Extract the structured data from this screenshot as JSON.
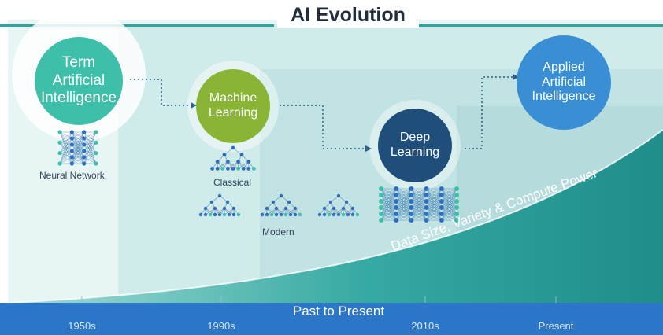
{
  "title": "AI Evolution",
  "stages": [
    {
      "name": "term-ai",
      "label": "Term\nArtificial\nIntelligence",
      "color": "#3ebfa9"
    },
    {
      "name": "machine-learning",
      "label": "Machine\nLearning",
      "color": "#8ab436"
    },
    {
      "name": "deep-learning",
      "label": "Deep\nLearning",
      "color": "#1f4e7a"
    },
    {
      "name": "applied-ai",
      "label": "Applied\nArtificial\nIntelligence",
      "color": "#3a8fd4"
    }
  ],
  "labels": {
    "neural_network": "Neural Network",
    "classical": "Classical",
    "modern": "Modern"
  },
  "curve_label": "Data Size, Variety & Compute Power",
  "timeline": {
    "title": "Past to Present",
    "eras": [
      "1950s",
      "1990s",
      "2010s",
      "Present"
    ]
  },
  "colors": {
    "timeline": "#2b76c6",
    "curve": "#2fa4a0",
    "panel": "#dff1f1",
    "node_blue": "#2f6fc0",
    "node_teal": "#3ebfa9"
  }
}
